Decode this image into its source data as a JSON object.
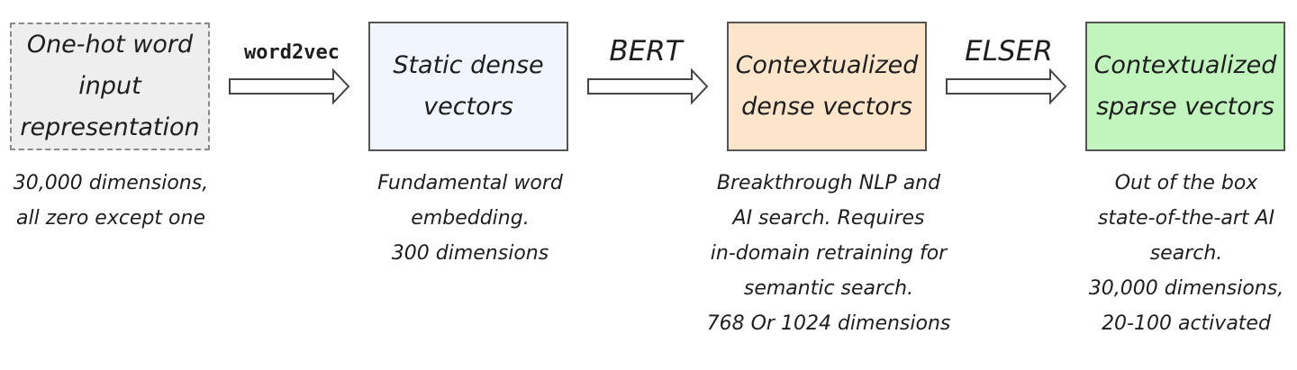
{
  "colors": {
    "box1_fill": "#eeeeee",
    "box2_fill": "#f1f6fe",
    "box3_fill": "#fde5cc",
    "box4_fill": "#c2f5bd",
    "stroke": "#555555",
    "text": "#1e1e1e"
  },
  "stages": [
    {
      "title": "One-hot word\ninput\nrepresentation",
      "caption": "30,000 dimensions,\nall zero except one",
      "border": "dashed"
    },
    {
      "title": "Static dense\nvectors",
      "caption": "Fundamental word\nembedding.\n300 dimensions",
      "border": "solid"
    },
    {
      "title": "Contextualized\ndense vectors",
      "caption": "Breakthrough NLP and\nAI search. Requires\nin-domain retraining for\nsemantic search.\n768 Or 1024 dimensions",
      "border": "solid"
    },
    {
      "title": "Contextualized\nsparse vectors",
      "caption": "Out of the box\nstate-of-the-art AI\nsearch.\n30,000 dimensions,\n20-100 activated",
      "border": "solid"
    }
  ],
  "transitions": [
    {
      "label": "word2vec",
      "from": "stage-1",
      "to": "stage-2"
    },
    {
      "label": "BERT",
      "from": "stage-2",
      "to": "stage-3"
    },
    {
      "label": "ELSER",
      "from": "stage-3",
      "to": "stage-4"
    }
  ]
}
